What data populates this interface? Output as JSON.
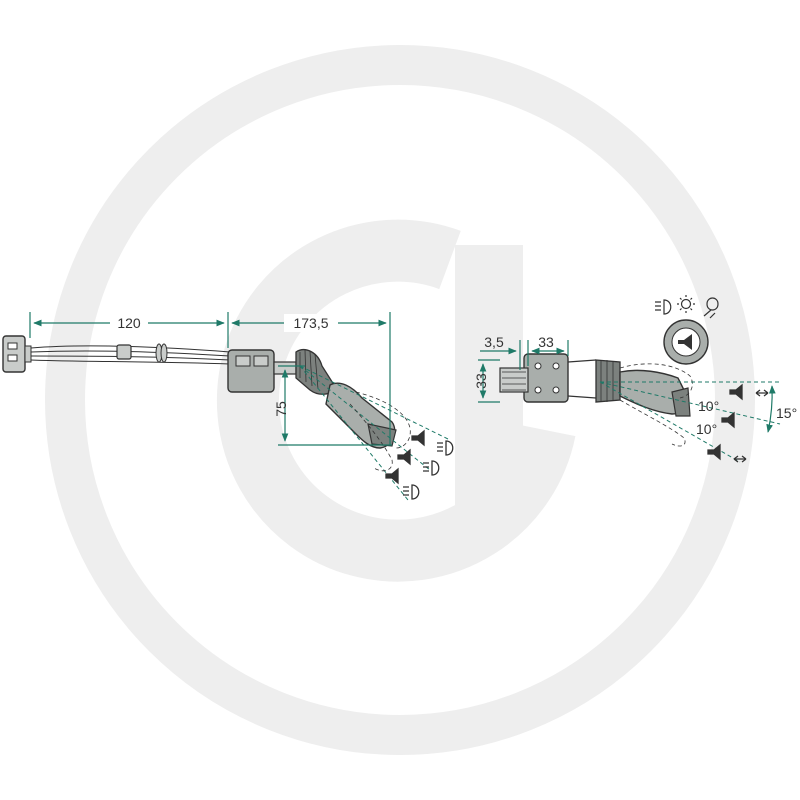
{
  "colors": {
    "dimension": "#1f7a68",
    "watermark": "#eeeeee",
    "part_fill": "#a9aeab",
    "part_dark": "#7c817e",
    "outline": "#333333",
    "text": "#333333"
  },
  "left_view": {
    "dim_horizontal_1": "120",
    "dim_horizontal_2": "173,5",
    "dim_vertical": "75",
    "icons": [
      "horn-icon",
      "headlight-beam-icon"
    ]
  },
  "right_view": {
    "dim_small_offset": "3,5",
    "dim_width": "33",
    "dim_height": "33",
    "angle_upper": "10°",
    "angle_lower": "10°",
    "angle_total": "15°",
    "symbol_icons": [
      "headlight-high-icon",
      "light-icon",
      "headlight-low-icon"
    ],
    "button_icon": "horn-icon"
  }
}
